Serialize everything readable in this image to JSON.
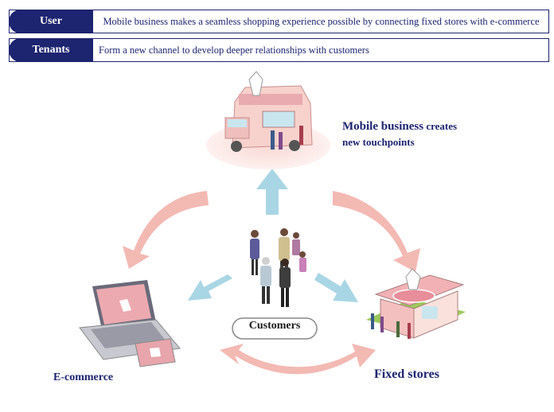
{
  "table": {
    "rows": [
      {
        "label": "User",
        "text": "Mobile business makes a seamless shopping experience possible by connecting fixed stores with e-commerce"
      },
      {
        "label": "Tenants",
        "text": "Form a new channel to develop deeper relationships with customers"
      }
    ]
  },
  "diagram": {
    "mobile": {
      "title": "Mobile business",
      "rest": " creates",
      "line2": "new touchpoints"
    },
    "customers": "Customers",
    "ecommerce": "E-commerce",
    "fixed": "Fixed stores"
  },
  "colors": {
    "navy": "#1d2470",
    "arrow_pink": "#f3b9b3",
    "arrow_blue": "#a9d6e4",
    "truck_pink": "#f7d2cc",
    "accent_pink": "#e88e9a"
  }
}
